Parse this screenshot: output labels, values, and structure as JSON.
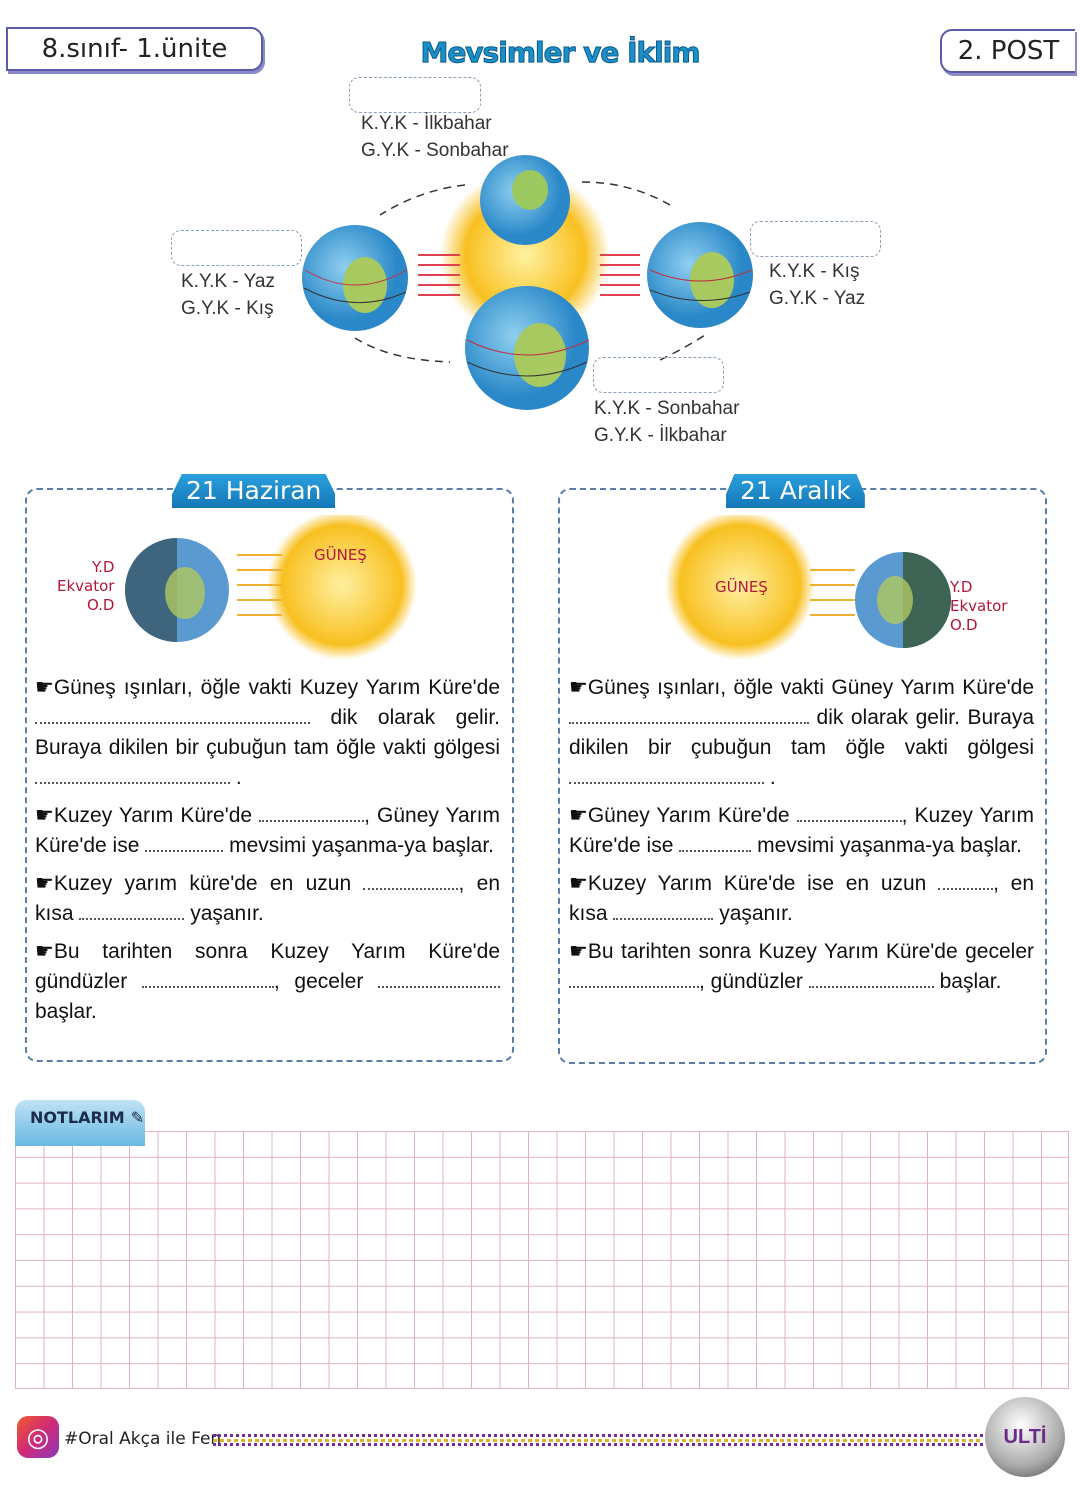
{
  "header": {
    "unit": "8.sınıf- 1.ünite",
    "title": "Mevsimler ve İklim",
    "post": "2. POST"
  },
  "diagram": {
    "top_label": [
      "K.Y.K - İlkbahar",
      "G.Y.K - Sonbahar"
    ],
    "left_label": [
      "K.Y.K - Yaz",
      "G.Y.K - Kış"
    ],
    "right_label": [
      "K.Y.K - Kış",
      "G.Y.K - Yaz"
    ],
    "bottom_label": [
      "K.Y.K - Sonbahar",
      "G.Y.K - İlkbahar"
    ]
  },
  "panels": [
    {
      "date": "21 Haziran",
      "sun": "GÜNEŞ",
      "globe_labels": [
        "Y.D",
        "Ekvator",
        "O.D"
      ],
      "paragraphs": [
        [
          {
            "t": "☛Güneş ışınları, öğle vakti Kuzey Yarım Küre'de "
          },
          {
            "b": 275
          },
          {
            "t": " dik olarak gelir. Buraya dikilen bir çubuğun tam öğle vakti gölgesi "
          },
          {
            "b": 195
          },
          {
            "t": " ."
          }
        ],
        [
          {
            "t": "☛Kuzey Yarım Küre'de "
          },
          {
            "b": 105
          },
          {
            "t": ", Güney Yarım Küre'de ise "
          },
          {
            "b": 78
          },
          {
            "t": " mevsimi yaşanma-ya başlar."
          }
        ],
        [
          {
            "t": "☛Kuzey yarım küre'de en uzun "
          },
          {
            "b": 95
          },
          {
            "t": ", en kısa "
          },
          {
            "b": 105
          },
          {
            "t": " yaşanır."
          }
        ],
        [
          {
            "t": "☛Bu tarihten sonra Kuzey Yarım Küre'de gündüzler "
          },
          {
            "b": 132
          },
          {
            "t": ", geceler "
          },
          {
            "b": 122
          },
          {
            "t": " başlar."
          }
        ]
      ]
    },
    {
      "date": "21 Aralık",
      "sun": "GÜNEŞ",
      "globe_labels": [
        "Y.D",
        "Ekvator",
        "O.D"
      ],
      "paragraphs": [
        [
          {
            "t": "☛Güneş ışınları, öğle vakti Güney Yarım Küre'de "
          },
          {
            "b": 240
          },
          {
            "t": " dik olarak gelir. Buraya dikilen bir çubuğun tam öğle vakti gölgesi "
          },
          {
            "b": 195
          },
          {
            "t": " ."
          }
        ],
        [
          {
            "t": "☛Güney Yarım Küre'de "
          },
          {
            "b": 105
          },
          {
            "t": ", Kuzey Yarım Küre'de ise "
          },
          {
            "b": 72
          },
          {
            "t": " mevsimi yaşanma-ya başlar."
          }
        ],
        [
          {
            "t": "☛Kuzey Yarım Küre'de ise en uzun "
          },
          {
            "b": 55
          },
          {
            "t": ", en kısa "
          },
          {
            "b": 100
          },
          {
            "t": " yaşanır."
          }
        ],
        [
          {
            "t": "☛Bu tarihten sonra Kuzey Yarım Küre'de geceler "
          },
          {
            "b": 130
          },
          {
            "t": ", gündüzler "
          },
          {
            "b": 125
          },
          {
            "t": " başlar."
          }
        ]
      ]
    }
  ],
  "notes": {
    "label": "NOTLARIM"
  },
  "footer": {
    "handle": "#Oral Akça ile Fen",
    "logo": "ULTİ"
  },
  "colors": {
    "title": "#1a8fc8",
    "ribbon": "#1a88c8",
    "panel_border": "#5a7ea8",
    "grid": "#e2b0c4",
    "sun": "#f8c020"
  }
}
